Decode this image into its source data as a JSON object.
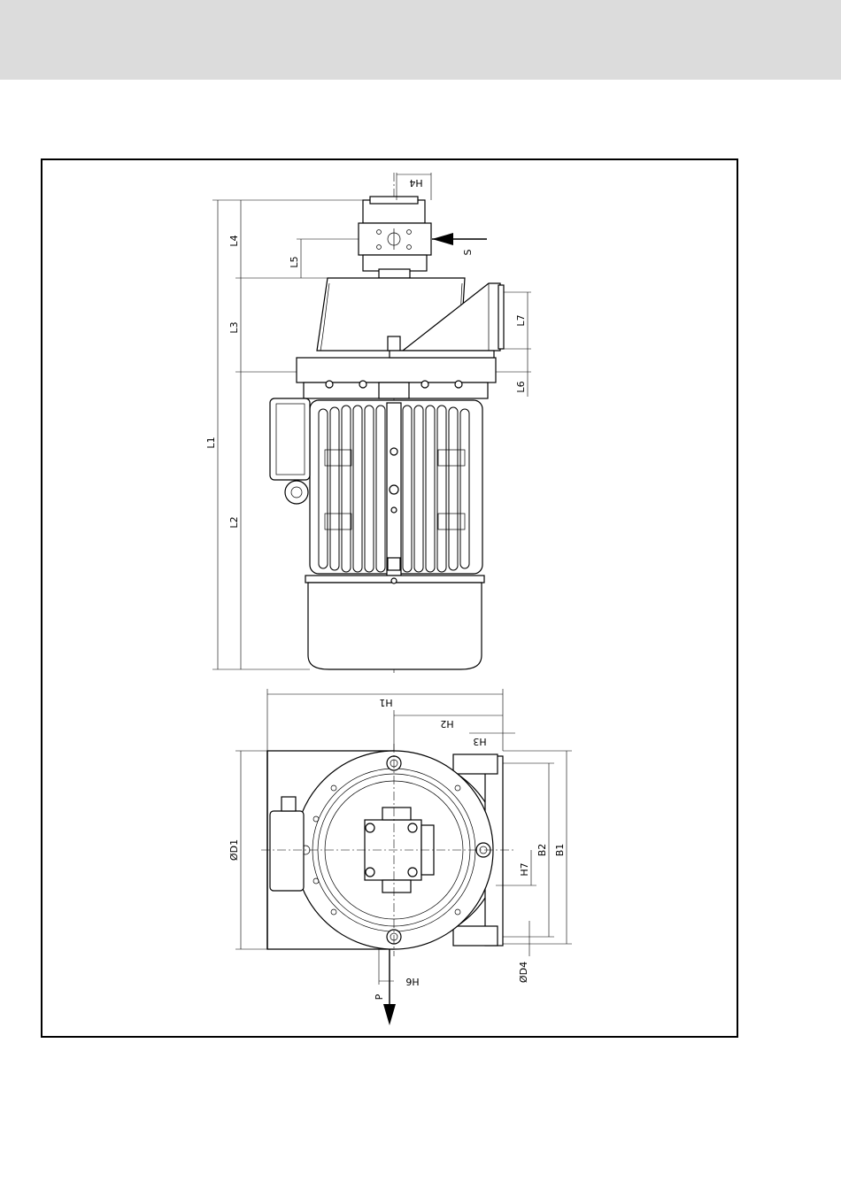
{
  "labels": {
    "L1": "L1",
    "L2": "L2",
    "L3": "L3",
    "L4": "L4",
    "L5": "L5",
    "L6": "L6",
    "L7": "L7",
    "S": "S",
    "P": "P",
    "H1": "H1",
    "H2": "H2",
    "H3": "H3",
    "H4": "H4",
    "H6": "H6",
    "H7": "H7",
    "B1": "B1",
    "B2": "B2",
    "D1": "ØD1",
    "D4": "ØD4"
  }
}
